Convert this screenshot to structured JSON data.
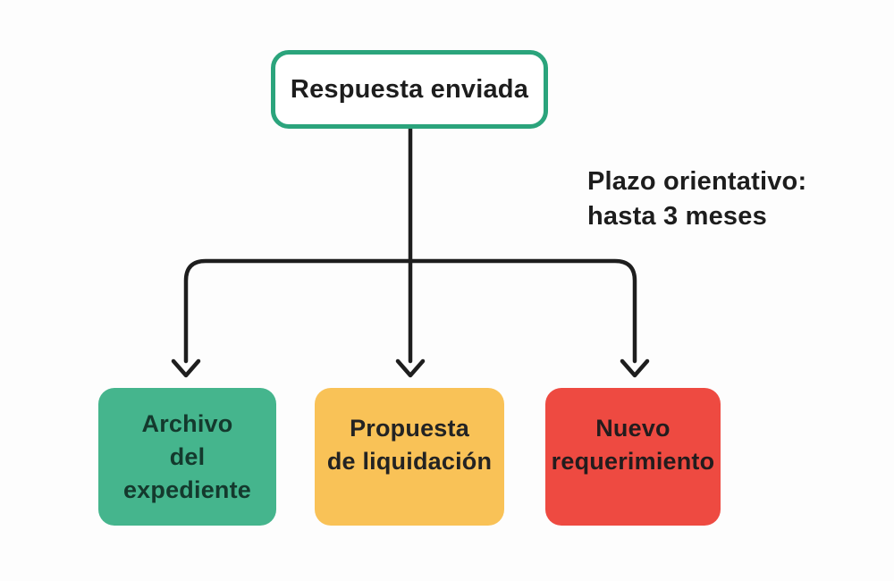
{
  "diagram": {
    "root": {
      "label": "Respuesta enviada"
    },
    "annotation": {
      "text": "Plazo orientativo:\nhasta 3 meses"
    },
    "branches": [
      {
        "id": "archivo-expediente",
        "label": "Archivo\ndel\nexpediente",
        "fill": "#45b58d",
        "text_color": "#14392d"
      },
      {
        "id": "propuesta-liquidacion",
        "label": "Propuesta\nde liquidación",
        "fill": "#f9c257",
        "text_color": "#232323"
      },
      {
        "id": "nuevo-requerimiento",
        "label": "Nuevo\nrequerimiento",
        "fill": "#ee4a41",
        "text_color": "#231c1d"
      }
    ],
    "colors": {
      "root_border": "#2ba47c",
      "connector": "#1e1e1e",
      "background": "#fdfdfd"
    }
  }
}
